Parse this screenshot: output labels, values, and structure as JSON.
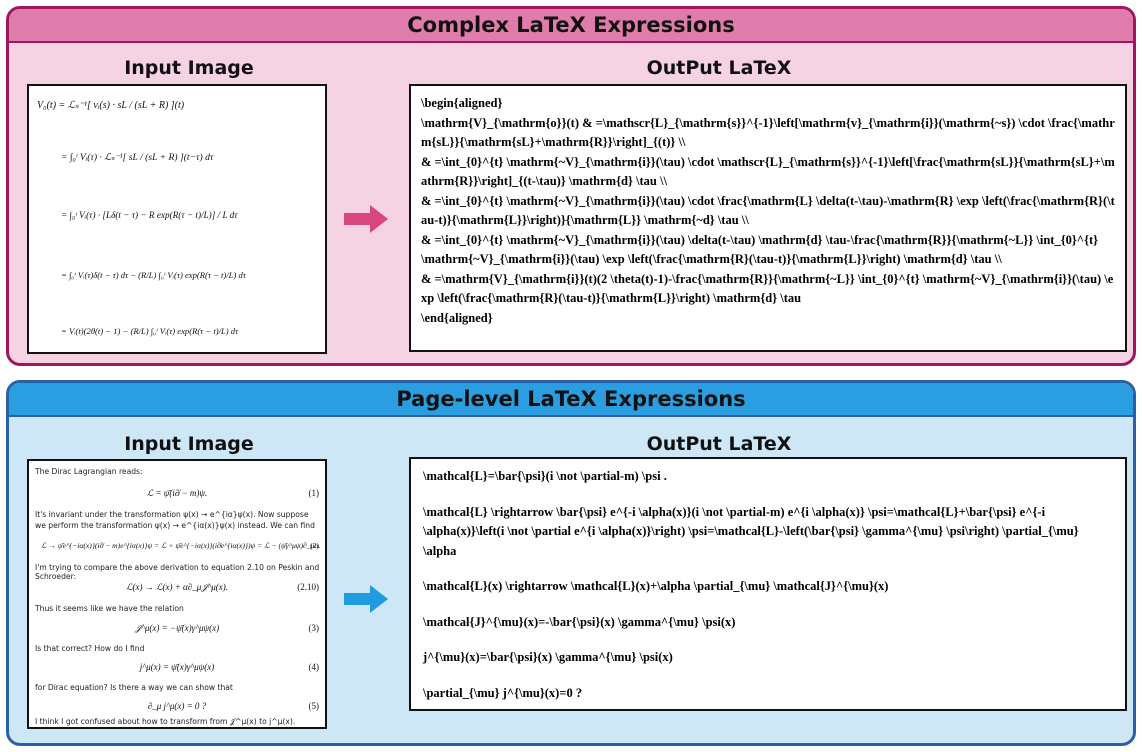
{
  "top_section": {
    "title": "Complex LaTeX Expressions",
    "input_label": "Input Image",
    "output_label": "OutPut  LaTeX",
    "input_equations": [
      "V₀(t) = ℒₛ⁻¹[ vᵢ(s) · sL / (sL + R) ](t)",
      "= ∫₀ᵗ Vᵢ(τ) · ℒₛ⁻¹[ sL / (sL + R) ](t−τ) dτ",
      "= ∫₀ᵗ Vᵢ(τ) · [Lδ(t − τ) − R exp(R(τ − t)/L)] / L dτ",
      "= ∫₀ᵗ Vᵢ(τ)δ(t − τ) dτ − (R/L) ∫₀ᵗ Vᵢ(τ) exp(R(τ − t)/L) dτ",
      "= Vᵢ(t)(2θ(t) − 1) − (R/L) ∫₀ᵗ Vᵢ(τ) exp(R(τ − t)/L) dτ"
    ],
    "output_latex": "\\begin{aligned}\n\\mathrm{V}_{\\mathrm{o}}(t) & =\\mathscr{L}_{\\mathrm{s}}^{-1}\\left[\\mathrm{v}_{\\mathrm{i}}(\\mathrm{~s}) \\cdot \\frac{\\mathrm{sL}}{\\mathrm{sL}+\\mathrm{R}}\\right]_{(t)} \\\\\n& =\\int_{0}^{t} \\mathrm{~V}_{\\mathrm{i}}(\\tau) \\cdot \\mathscr{L}_{\\mathrm{s}}^{-1}\\left[\\frac{\\mathrm{sL}}{\\mathrm{sL}+\\mathrm{R}}\\right]_{(t-\\tau)} \\mathrm{d} \\tau \\\\\n& =\\int_{0}^{t} \\mathrm{~V}_{\\mathrm{i}}(\\tau) \\cdot \\frac{\\mathrm{L} \\delta(t-\\tau)-\\mathrm{R} \\exp \\left(\\frac{\\mathrm{R}(\\tau-t)}{\\mathrm{L}}\\right)}{\\mathrm{L}} \\mathrm{~d} \\tau \\\\\n& =\\int_{0}^{t} \\mathrm{~V}_{\\mathrm{i}}(\\tau) \\delta(t-\\tau) \\mathrm{d} \\tau-\\frac{\\mathrm{R}}{\\mathrm{~L}} \\int_{0}^{t} \\mathrm{~V}_{\\mathrm{i}}(\\tau) \\exp \\left(\\frac{\\mathrm{R}(\\tau-t)}{\\mathrm{L}}\\right) \\mathrm{d} \\tau \\\\\n& =\\mathrm{V}_{\\mathrm{i}}(t)(2 \\theta(t)-1)-\\frac{\\mathrm{R}}{\\mathrm{~L}} \\int_{0}^{t} \\mathrm{~V}_{\\mathrm{i}}(\\tau) \\exp \\left(\\frac{\\mathrm{R}(\\tau-t)}{\\mathrm{L}}\\right) \\mathrm{d} \\tau\n\\end{aligned}",
    "arrow_color": "#d9467f"
  },
  "bottom_section": {
    "title": "Page-level LaTeX Expressions",
    "input_label": "Input Image",
    "output_label": "OutPut  LaTeX",
    "input_document": {
      "t1": "The Dirac Lagrangian reads:",
      "e1": "ℒ = ψ̄(i∂̸ − m)ψ.",
      "n1": "(1)",
      "t2": "It's invariant under the transformation ψ(x) → e^{iα}ψ(x). Now suppose we perform the transformation ψ(x) → e^{iα(x)}ψ(x) instead. We can find",
      "e2": "ℒ → ψ̄e^{−iα(x)}(i∂̸ − m)e^{iα(x)}ψ = ℒ + ψ̄e^{−iα(x)}(i∂̸e^{iα(x)})ψ = ℒ − (ψ̄γ^μψ)∂_μα.",
      "n2": "(2)",
      "t3": "I'm trying to compare the above derivation to equation 2.10 on Peskin and Schroeder:",
      "e3": "ℒ(x) → ℒ(x) + α∂_μ𝒥^μ(x).",
      "n3": "(2.10)",
      "t4": "Thus it seems like we have the relation",
      "e4": "𝒥^μ(x) = −ψ̄(x)γ^μψ(x)",
      "n4": "(3)",
      "t5": "Is that correct? How do I find",
      "e5": "j^μ(x) = ψ̄(x)γ^μψ(x)",
      "n5": "(4)",
      "t6": "for Dirac equation? Is there a way we can show that",
      "e6": "∂_μ j^μ(x) = 0 ?",
      "n6": "(5)",
      "t7": "I think I got confused about how to transform from 𝒥^μ(x) to j^μ(x)."
    },
    "output_lines": [
      "\\mathcal{L}=\\bar{\\psi}(i \\not \\partial-m) \\psi .",
      "\\mathcal{L} \\rightarrow \\bar{\\psi} e^{-i \\alpha(x)}(i \\not \\partial-m) e^{i \\alpha(x)} \\psi=\\mathcal{L}+\\bar{\\psi} e^{-i \\alpha(x)}\\left(i \\not \\partial e^{i \\alpha(x)}\\right) \\psi=\\mathcal{L}-\\left(\\bar{\\psi} \\gamma^{\\mu} \\psi\\right) \\partial_{\\mu} \\alpha",
      "\\mathcal{L}(x) \\rightarrow \\mathcal{L}(x)+\\alpha \\partial_{\\mu} \\mathcal{J}^{\\mu}(x)",
      "\\mathcal{J}^{\\mu}(x)=-\\bar{\\psi}(x) \\gamma^{\\mu} \\psi(x)",
      "j^{\\mu}(x)=\\bar{\\psi}(x) \\gamma^{\\mu} \\psi(x)",
      "\\partial_{\\mu} j^{\\mu}(x)=0 ?"
    ],
    "arrow_color": "#1f9be0"
  }
}
